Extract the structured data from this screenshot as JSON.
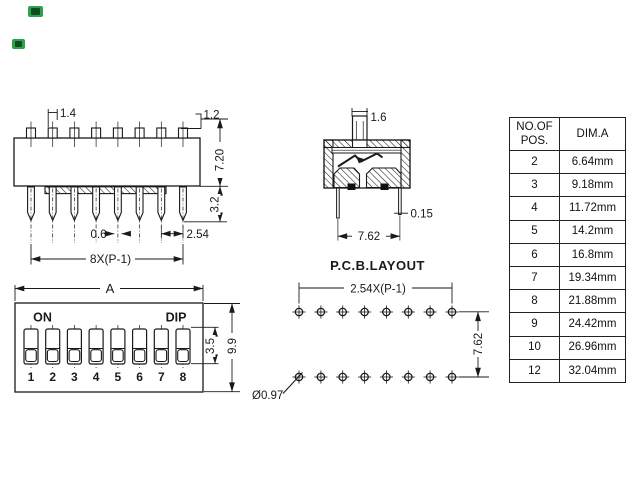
{
  "side_view": {
    "dim_actuator_width": "1.4",
    "dim_actuator_height": "1.2",
    "dim_body_height": "7.20",
    "dim_pin_length": "3.2",
    "dim_pin_width": "0.6",
    "dim_pin_pitch": "2.54",
    "dim_span": "8X(P-1)"
  },
  "cross_section": {
    "dim_actuator": "1.6",
    "dim_pin_thickness": "0.15",
    "dim_row_spacing": "7.62"
  },
  "top_view": {
    "dim_overall": "A",
    "label_on": "ON",
    "label_dip": "DIP",
    "switch_numbers": [
      "1",
      "2",
      "3",
      "4",
      "5",
      "6",
      "7",
      "8"
    ],
    "dim_slot_height": "3.5",
    "dim_body_depth": "9.9"
  },
  "pcb_layout": {
    "title": "P.C.B.LAYOUT",
    "dim_pitch": "2.54X(P-1)",
    "dim_row_spacing": "7.62",
    "dim_hole_dia": "Ø0.97"
  },
  "table": {
    "header": {
      "col1_line1": "NO.OF",
      "col1_line2": "POS.",
      "col2": "DIM.A"
    },
    "rows": [
      {
        "pos": "2",
        "dim": "6.64mm"
      },
      {
        "pos": "3",
        "dim": "9.18mm"
      },
      {
        "pos": "4",
        "dim": "11.72mm"
      },
      {
        "pos": "5",
        "dim": "14.2mm"
      },
      {
        "pos": "6",
        "dim": "16.8mm"
      },
      {
        "pos": "7",
        "dim": "19.34mm"
      },
      {
        "pos": "8",
        "dim": "21.88mm"
      },
      {
        "pos": "9",
        "dim": "24.42mm"
      },
      {
        "pos": "10",
        "dim": "26.96mm"
      },
      {
        "pos": "12",
        "dim": "32.04mm"
      }
    ]
  },
  "colors": {
    "marker_green": "#2BA24C",
    "marker_dark": "#124D20",
    "line": "#1a1a1a"
  }
}
